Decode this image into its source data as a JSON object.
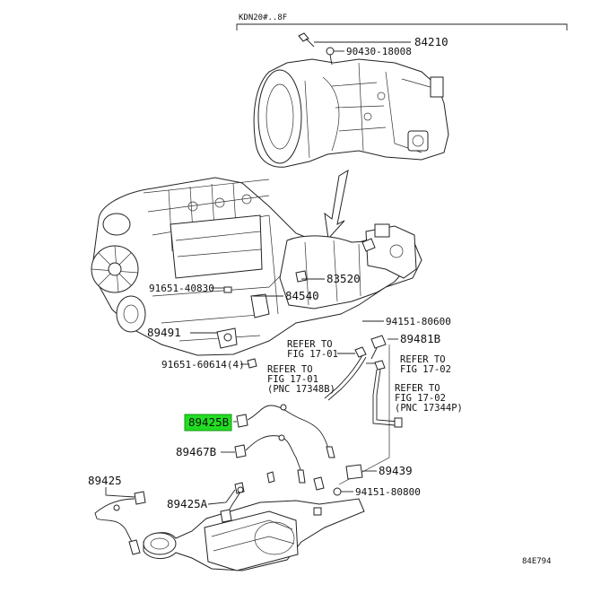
{
  "header": {
    "model_code": "KDN20#..8F"
  },
  "labels": {
    "p84210": "84210",
    "p90430": "90430-18008",
    "p83520": "83520",
    "p91651a": "91651-40830",
    "p84540": "84540",
    "p89491": "89491",
    "p91651b": "91651-60614(4)",
    "p94151a": "94151-80600",
    "p89481b": "89481B",
    "p89425b": "89425B",
    "p89467b": "89467B",
    "p89439": "89439",
    "p94151b": "94151-80800",
    "p89425": "89425",
    "p89425a": "89425A"
  },
  "references": {
    "ref1": {
      "line1": "REFER TO",
      "line2": "FIG 17-01"
    },
    "ref2": {
      "line1": "REFER TO",
      "line2": "FIG 17-01",
      "line3": "(PNC 17348B)"
    },
    "ref3": {
      "line1": "REFER TO",
      "line2": "FIG 17-02"
    },
    "ref4": {
      "line1": "REFER TO",
      "line2": "FIG 17-02",
      "line3": "(PNC 17344P)"
    }
  },
  "footer": {
    "figure_code": "84E794"
  },
  "highlight": {
    "color": "#22dd22",
    "part": "89425B"
  },
  "colors": {
    "line": "#222222",
    "label_bg": "#ececec"
  }
}
